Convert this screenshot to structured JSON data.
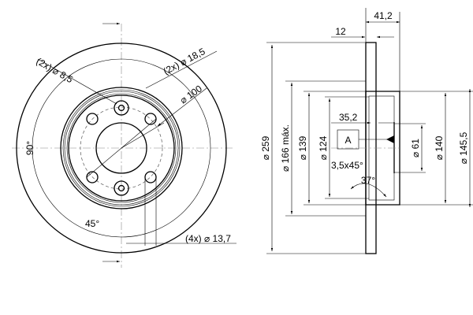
{
  "front_view": {
    "hole_small": "(2x) ⌀ 8,5",
    "hole_large": "(2x) ⌀ 18,5",
    "bolt_circle": "⌀ 100",
    "angle_90": "90°",
    "angle_45": "45°",
    "bolt_holes": "(4x) ⌀ 13,7"
  },
  "section_view": {
    "total_height": "41,2",
    "thickness": "12",
    "outer_diameter": "⌀ 259",
    "max_diameter": "⌀ 166 máx.",
    "d139": "⌀ 139",
    "d124": "⌀ 124",
    "depth": "35,2",
    "datum": "A",
    "chamfer": "3,5x45°",
    "angle": "37°",
    "center_bore": "⌀ 61",
    "d140": "⌀ 140",
    "d145": "⌀ 145,5"
  }
}
